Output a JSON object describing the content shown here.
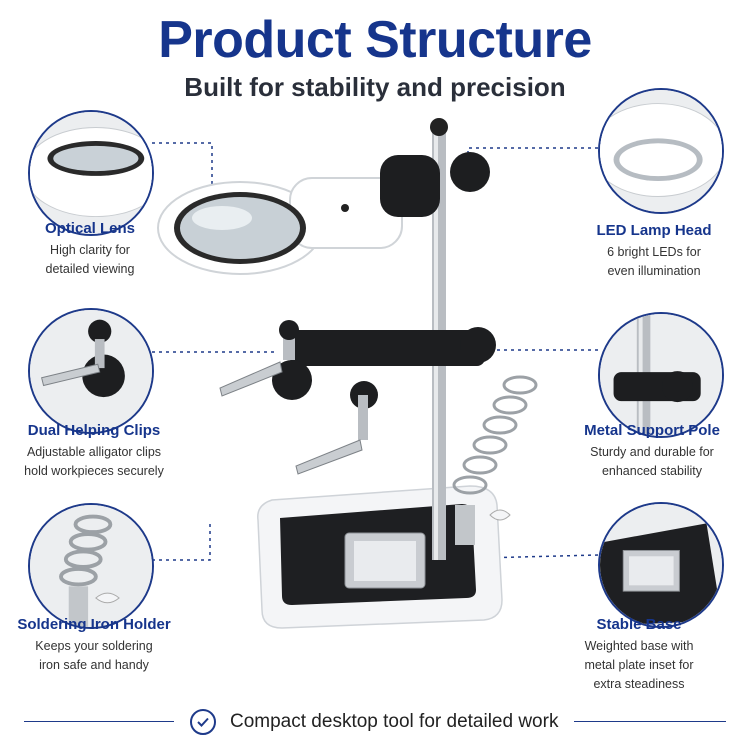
{
  "header": {
    "title": "Product Structure",
    "subtitle": "Built for stability and precision"
  },
  "features": {
    "optical_lens": {
      "title": "Optical Lens",
      "desc_line1": "High clarity for",
      "desc_line2": "detailed viewing"
    },
    "led_lamp_head": {
      "title": "LED Lamp Head",
      "desc_line1": "6 bright LEDs for",
      "desc_line2": "even illumination"
    },
    "helping_clips": {
      "title": "Dual Helping Clips",
      "desc_line1": "Adjustable alligator clips",
      "desc_line2": "hold workpieces securely"
    },
    "support_pole": {
      "title": "Metal Support Pole",
      "desc_line1": "Sturdy and durable for",
      "desc_line2": "enhanced stability"
    },
    "iron_holder": {
      "title": "Soldering Iron Holder",
      "desc_line1": "Keeps your soldering",
      "desc_line2": "iron safe and handy"
    },
    "stable_base": {
      "title": "Stable Base",
      "desc_line1": "Weighted base with",
      "desc_line2": "metal plate inset for",
      "desc_line3": "extra steadiness"
    }
  },
  "footer": {
    "text": "Compact desktop tool for detailed work"
  },
  "colors": {
    "accent": "#16358c",
    "text": "#2a2f3a",
    "connector": "#1e3a8a"
  },
  "icons": [
    "check-circle-icon"
  ]
}
